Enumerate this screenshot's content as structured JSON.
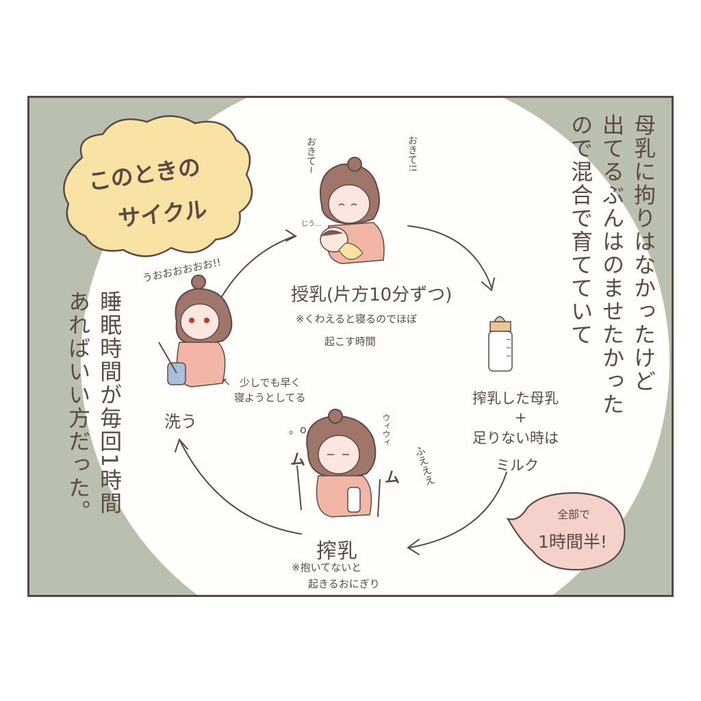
{
  "panel": {
    "background_color": "#b9c0b0",
    "circle_color": "#ffffff",
    "border_color": "#5a4640"
  },
  "cloud_badge": {
    "line1": "このときの",
    "line2": "サイクル",
    "fill_color": "#f8e3a4"
  },
  "narration_right": {
    "line1": "母乳に拘りはなかったけど",
    "line2": "出てるぶんはのませたかった",
    "line3": "ので混合で育てていて"
  },
  "narration_left": {
    "line1": "睡眠時間が毎回1時間",
    "line2": "あればいい方だった。"
  },
  "cycle": {
    "breastfeed": {
      "title": "授乳(片方10分ずつ)",
      "note1": "※くわえると寝るのでほぼ",
      "note2": "起こす時間",
      "sfx_left": "おきて~",
      "sfx_right": "おきて!!",
      "sfx_baby": "じう..."
    },
    "bottle": {
      "line1": "搾乳した母乳",
      "line2": "+",
      "line3": "足りない時は",
      "line4": "ミルク"
    },
    "pump": {
      "title": "搾乳",
      "note1": "※抱いてないと",
      "note2": "起きるおにぎり",
      "sfx_left": "ム",
      "sfx_right": "ム",
      "sfx_machine": "ウィウィ",
      "sfx_sigh": "ふえええ",
      "sfx_dots": "。o"
    },
    "wash": {
      "title": "洗う",
      "note1": "少しでも早く",
      "note2": "寝ようとしてる",
      "sfx": "うおおおおおお!!"
    }
  },
  "speech_bubble": {
    "line1": "全部で",
    "line2": "1時間半!",
    "fill_color": "#f4d2cb"
  }
}
